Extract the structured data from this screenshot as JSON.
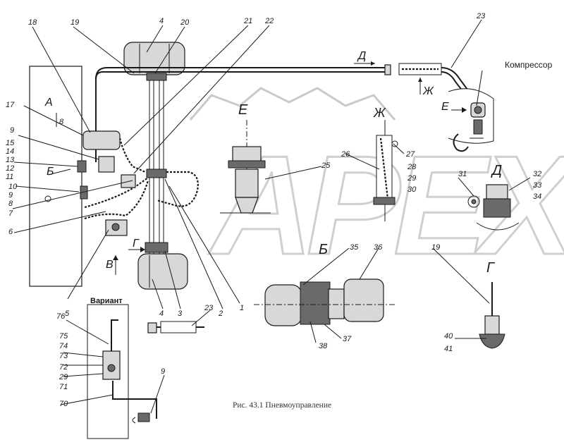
{
  "caption": "Рис. 43.1 Пневмоуправление",
  "variant_title": "Вариант",
  "compressor_label": "Компрессор",
  "watermark": "APEX",
  "views": {
    "A": "А",
    "B": "Б",
    "V": "В",
    "G": "Г",
    "D": "Д",
    "E": "Е",
    "ZH": "Ж"
  },
  "callouts": {
    "n1": "1",
    "n2": "2",
    "n3": "3",
    "n4a": "4",
    "n4b": "4",
    "n5": "5",
    "n6": "6",
    "n7": "7",
    "n8": "8",
    "n9a": "9",
    "n9b": "9",
    "n9c": "9",
    "n10": "10",
    "n11": "11",
    "n12": "12",
    "n13": "13",
    "n14": "14",
    "n15": "15",
    "n17": "17",
    "n18": "18",
    "n19a": "19",
    "n19b": "19",
    "n20": "20",
    "n21": "21",
    "n22": "22",
    "n23a": "23",
    "n23b": "23",
    "n25": "25",
    "n26": "26",
    "n27": "27",
    "n28": "28",
    "n29a": "29",
    "n29b": "29",
    "n30": "30",
    "n31": "31",
    "n32": "32",
    "n33": "33",
    "n34": "34",
    "n35": "35",
    "n36": "36",
    "n37": "37",
    "n38": "38",
    "n40": "40",
    "n41": "41",
    "n70": "70",
    "n71": "71",
    "n72": "72",
    "n73": "73",
    "n74": "74",
    "n75": "75",
    "n76": "76"
  }
}
